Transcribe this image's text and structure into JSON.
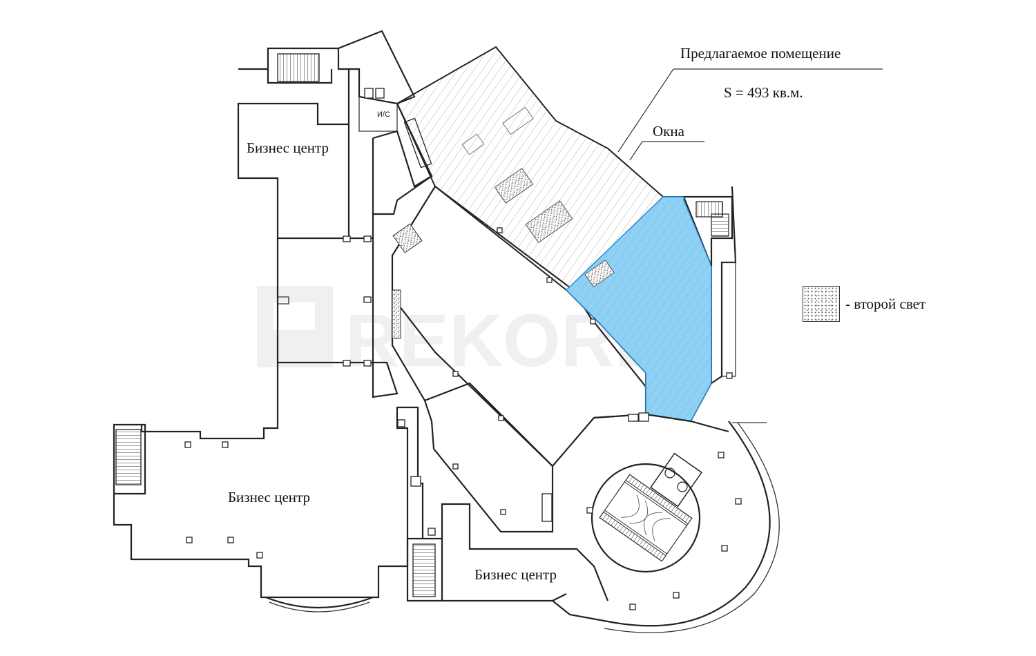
{
  "labels": {
    "offered_premises": "Предлагаемое помещение",
    "area": "S = 493 кв.м.",
    "windows": "Окна",
    "business_center_top": "Бизнес центр",
    "business_center_left": "Бизнес центр",
    "business_center_bottom": "Бизнес центр",
    "restroom": "И/С"
  },
  "legend": {
    "second_light": "- второй свет"
  },
  "watermark": "REKORB",
  "colors": {
    "offered_fill": "#8fd0f5",
    "wall": "#222222",
    "hatch": "#9aa0a6",
    "watermark": "#eeeeee"
  }
}
